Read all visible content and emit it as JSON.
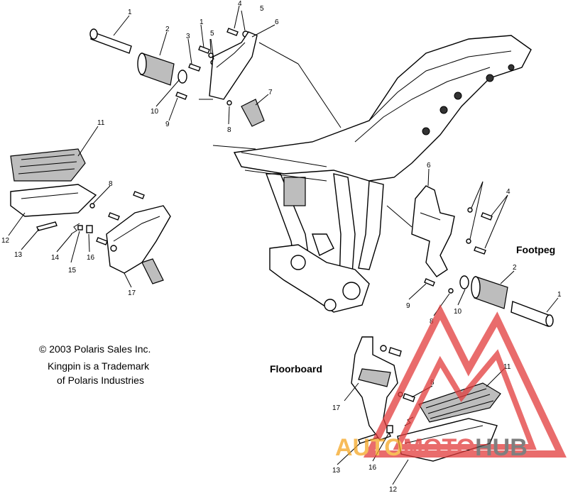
{
  "notes": {
    "copyright": "© 2003 Polaris Sales Inc.",
    "trademark_line1": "Kingpin is a Trademark",
    "trademark_line2": "of Polaris Industries"
  },
  "sections": {
    "footpeg": "Footpeg",
    "floorboard": "Floorboard"
  },
  "callouts": {
    "top_1": "1",
    "top_2": "2",
    "top_3": "3",
    "top_1b": "1",
    "top_4": "4",
    "top_5": "5",
    "top_5b": "5",
    "top_6": "6",
    "top_7": "7",
    "top_8": "8",
    "top_9": "9",
    "top_10": "10",
    "left_11": "11",
    "left_12": "12",
    "left_13": "13",
    "left_14": "14",
    "left_15": "15",
    "left_16": "16",
    "left_17": "17",
    "left_8": "8",
    "right_6": "6",
    "right_4": "4",
    "right_2": "2",
    "right_1": "1",
    "right_9": "9",
    "right_10": "10",
    "right_8": "8",
    "bot_11": "11",
    "bot_8": "8",
    "bot_17": "17",
    "bot_13": "13",
    "bot_16": "16",
    "bot_12": "12"
  },
  "watermark": {
    "part1": "AUTO",
    "part2": "MOTO",
    "part3": "HUB",
    "color_red": "#e23c3c",
    "color_orange": "#f5a623",
    "color_dark": "#555555"
  }
}
